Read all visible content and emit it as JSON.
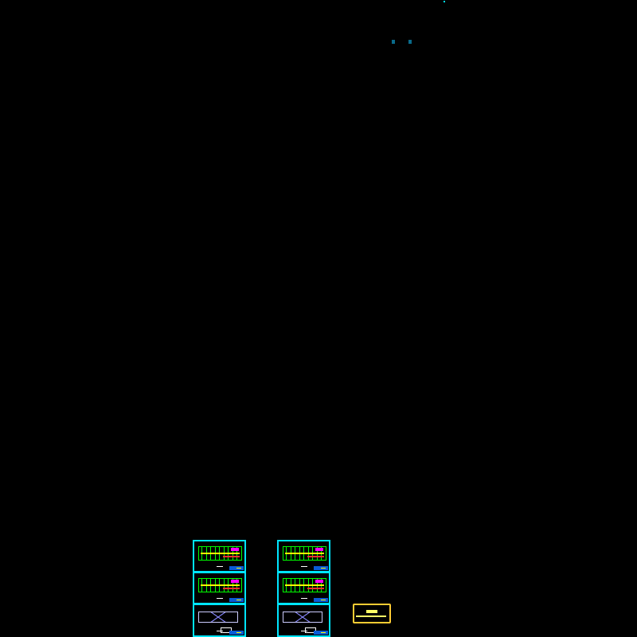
{
  "drawing": {
    "background": "#000000",
    "sheet_border_color": "#00e5ff",
    "grid_color": "#00ff00",
    "title_frame_color": "#ffcc33",
    "sheets": [
      {
        "column": "left",
        "kind": "floor-plan"
      },
      {
        "column": "left",
        "kind": "floor-plan"
      },
      {
        "column": "left",
        "kind": "roof-plan"
      },
      {
        "column": "right",
        "kind": "floor-plan"
      },
      {
        "column": "right",
        "kind": "floor-plan"
      },
      {
        "column": "right",
        "kind": "roof-plan"
      }
    ]
  }
}
